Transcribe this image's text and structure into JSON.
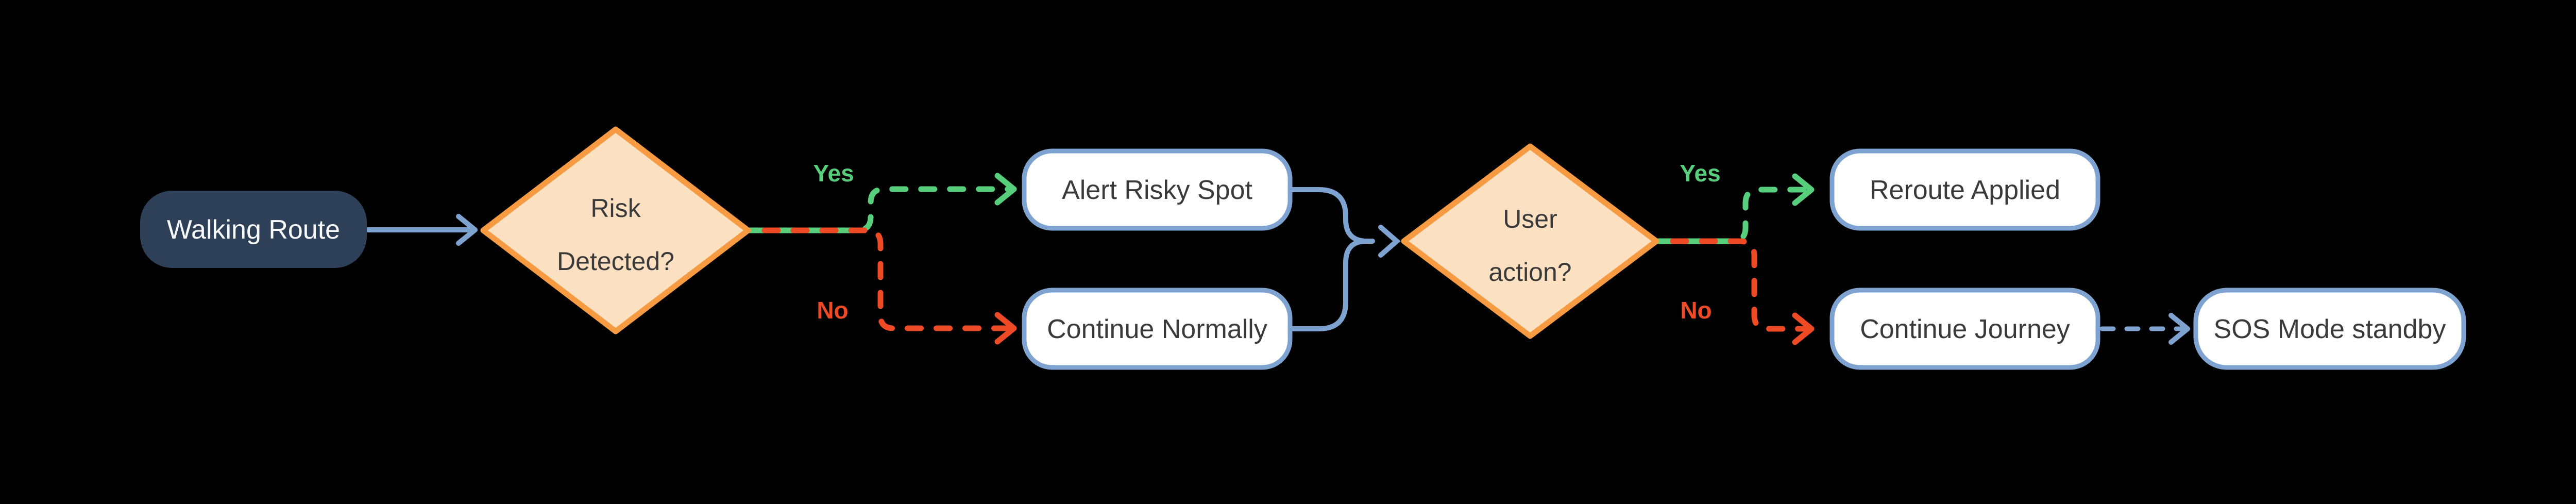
{
  "diagram": {
    "type": "flowchart",
    "background_color": "#000000",
    "palette": {
      "start_node_fill": "#2E3F58",
      "process_node_fill": "#FFFFFF",
      "process_node_border": "#7FA3D1",
      "decision_fill": "#FCE0C2",
      "decision_border": "#F79B43",
      "edge_blue": "#7FA3D1",
      "edge_green": "#57CE7C",
      "edge_red": "#EE4A25",
      "text_dark": "#3A3A3A",
      "text_light": "#F8FAFC"
    },
    "nodes": {
      "start": {
        "label": "Walking Route",
        "shape": "rounded-rect"
      },
      "risk_decision": {
        "label": "Risk Detected?",
        "line1": "Risk",
        "line2": "Detected?",
        "shape": "diamond"
      },
      "alert": {
        "label": "Alert Risky Spot",
        "shape": "rounded-rect"
      },
      "continue_normally": {
        "label": "Continue Normally",
        "shape": "rounded-rect"
      },
      "user_decision": {
        "label": "User action?",
        "line1": "User",
        "line2": "action?",
        "shape": "diamond"
      },
      "reroute": {
        "label": "Reroute Applied",
        "shape": "rounded-rect"
      },
      "continue_journey": {
        "label": "Continue Journey",
        "shape": "rounded-rect"
      },
      "sos": {
        "label": "SOS Mode standby",
        "shape": "rounded-rect"
      }
    },
    "edges": [
      {
        "from": "start",
        "to": "risk_decision",
        "style": "solid",
        "color": "#7FA3D1",
        "label": ""
      },
      {
        "from": "risk_decision",
        "to": "alert",
        "style": "dashed",
        "color": "#57CE7C",
        "label": "Yes"
      },
      {
        "from": "risk_decision",
        "to": "continue_normally",
        "style": "dashed",
        "color": "#EE4A25",
        "label": "No"
      },
      {
        "from": "alert",
        "to": "user_decision",
        "style": "solid",
        "color": "#7FA3D1",
        "label": ""
      },
      {
        "from": "continue_normally",
        "to": "user_decision",
        "style": "solid",
        "color": "#7FA3D1",
        "label": ""
      },
      {
        "from": "user_decision",
        "to": "reroute",
        "style": "dashed",
        "color": "#57CE7C",
        "label": "Yes"
      },
      {
        "from": "user_decision",
        "to": "continue_journey",
        "style": "dashed",
        "color": "#EE4A25",
        "label": "No"
      },
      {
        "from": "continue_journey",
        "to": "sos",
        "style": "dashed",
        "color": "#7FA3D1",
        "label": ""
      }
    ]
  }
}
